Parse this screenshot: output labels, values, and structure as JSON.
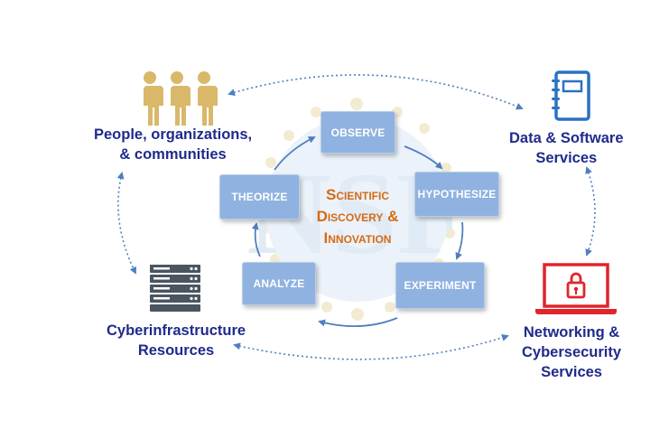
{
  "cycle": {
    "observe": "OBSERVE",
    "hypothesize": "HYPOTHESIZE",
    "experiment": "EXPERIMENT",
    "analyze": "ANALYZE",
    "theorize": "THEORIZE"
  },
  "center": {
    "line1": "Scientific",
    "line2": "Discovery &",
    "line3": "Innovation"
  },
  "corners": {
    "people_line1": "People, organizations,",
    "people_line2": "& communities",
    "data_line1": "Data & Software",
    "data_line2": "Services",
    "cyber_line1": "Cyberinfrastructure",
    "cyber_line2": "Resources",
    "network_line1": "Networking &",
    "network_line2": "Cybersecurity",
    "network_line3": "Services"
  },
  "icons": {
    "people": "people-icon",
    "notebook": "notebook-icon",
    "server": "server-rack-icon",
    "laptop": "laptop-lock-icon",
    "watermark": "nsf-logo-watermark-icon"
  },
  "colors": {
    "box_fill": "#8fb2e0",
    "center_text": "#d76a12",
    "label_text": "#1f2a8c",
    "people": "#d9b86a",
    "notebook": "#2a72c4",
    "laptop": "#e0252b",
    "server": "#4a5560",
    "arrow": "#4f7fc0"
  }
}
